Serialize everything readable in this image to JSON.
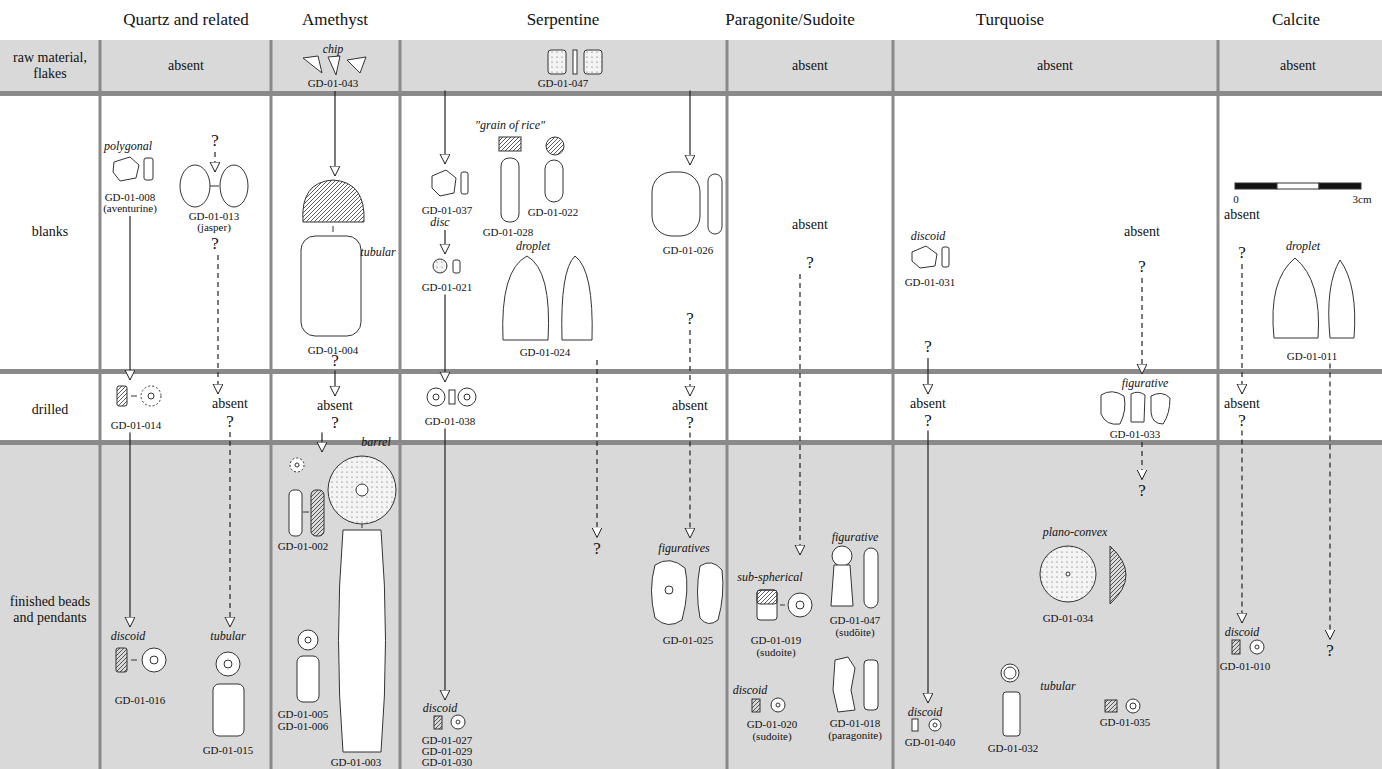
{
  "diagram": {
    "nodes": [
      {
        "text": [
          "polygonal",
          "GD-01-008",
          "(aventurine)"
        ]
      },
      {
        "text": [
          "?"
        ]
      },
      {
        "text": [
          "GD-01-013",
          "(jasper)"
        ]
      },
      {
        "text": [
          "?"
        ]
      },
      {
        "text": [
          "GD-01-014"
        ]
      },
      {
        "text": [
          "absent",
          "?"
        ]
      },
      {
        "text": [
          "discoid",
          "GD-01-016"
        ]
      },
      {
        "text": [
          "tubular",
          "GD-01-015"
        ]
      },
      {
        "text": [
          "chip",
          "GD-01-043"
        ]
      },
      {
        "text": [
          "tubular",
          "GD-01-004"
        ]
      },
      {
        "text": [
          "?"
        ]
      },
      {
        "text": [
          "absent",
          "?"
        ]
      },
      {
        "text": [
          "GD-01-002"
        ]
      },
      {
        "text": [
          "barrel",
          "GD-01-003"
        ]
      },
      {
        "text": [
          "GD-01-005",
          "GD-01-006"
        ]
      },
      {
        "text": [
          "GD-01-047"
        ]
      },
      {
        "text": [
          "GD-01-037",
          "disc"
        ]
      },
      {
        "text": [
          "GD-01-021"
        ]
      },
      {
        "text": [
          "GD-01-038"
        ]
      },
      {
        "text": [
          "discoid",
          "GD-01-027",
          "GD-01-029",
          "GD-01-030"
        ]
      },
      {
        "text": [
          "\"grain of rice\"",
          "GD-01-028",
          "GD-01-022"
        ]
      },
      {
        "text": [
          "droplet",
          "GD-01-024"
        ]
      },
      {
        "text": [
          "?"
        ]
      },
      {
        "text": [
          "GD-01-026"
        ]
      },
      {
        "text": [
          "?"
        ]
      },
      {
        "text": [
          "absent",
          "?"
        ]
      },
      {
        "text": [
          "figuratives",
          "GD-01-025"
        ]
      },
      {
        "text": [
          "?"
        ]
      },
      {
        "text": [
          "sub-spherical",
          "GD-01-019",
          "(sudoite)"
        ]
      },
      {
        "text": [
          "discoid",
          "GD-01-020",
          "(sudoite)"
        ]
      },
      {
        "text": [
          "figurative",
          "GD-01-047",
          "(sudõite)"
        ]
      },
      {
        "text": [
          "GD-01-018",
          "(paragonite)"
        ]
      },
      {
        "text": [
          "discoid",
          "GD-01-031"
        ]
      },
      {
        "text": [
          "?"
        ]
      },
      {
        "text": [
          "absent",
          "?"
        ]
      },
      {
        "text": [
          "discoid",
          "GD-01-040"
        ]
      },
      {
        "text": [
          "?"
        ]
      },
      {
        "text": [
          "figurative",
          "GD-01-033"
        ]
      },
      {
        "text": [
          "?"
        ]
      },
      {
        "text": [
          "plano-convex",
          "GD-01-034"
        ]
      },
      {
        "text": [
          "tubular",
          "GD-01-032"
        ]
      },
      {
        "text": [
          "GD-01-035"
        ]
      },
      {
        "text": [
          "?"
        ]
      },
      {
        "text": [
          "absent",
          "?"
        ]
      },
      {
        "text": [
          "discoid",
          "GD-01-010"
        ]
      },
      {
        "text": [
          "droplet",
          "GD-01-011"
        ]
      },
      {
        "text": [
          "?"
        ]
      }
    ],
    "edges": [
      {
        "from": 0,
        "to": 4,
        "arrow": "to"
      },
      {
        "from": 4,
        "to": 6,
        "arrow": "to"
      },
      {
        "from": 1,
        "to": 2,
        "arrow": "to"
      },
      {
        "from": 3,
        "to": 5,
        "arrow": "to"
      },
      {
        "from": 5,
        "to": 7,
        "arrow": "to"
      },
      {
        "from": 8,
        "to": 9,
        "arrow": "to"
      },
      {
        "from": 10,
        "to": 11,
        "arrow": "to"
      },
      {
        "from": 11,
        "to": 12,
        "arrow": "to"
      },
      {
        "from": 15,
        "to": 16,
        "arrow": "to"
      },
      {
        "from": 16,
        "to": 17,
        "arrow": "to"
      },
      {
        "from": 17,
        "to": 18,
        "arrow": "to"
      },
      {
        "from": 18,
        "to": 19,
        "arrow": "to"
      },
      {
        "from": 15,
        "to": 23,
        "arrow": "to"
      },
      {
        "from": 21,
        "to": 22,
        "arrow": "to"
      },
      {
        "from": 24,
        "to": 25,
        "arrow": "to"
      },
      {
        "from": 25,
        "to": 26,
        "arrow": "to"
      },
      {
        "from": 27,
        "to": 28,
        "arrow": "to"
      },
      {
        "from": 33,
        "to": 34,
        "arrow": "to"
      },
      {
        "from": 34,
        "to": 35,
        "arrow": "to"
      },
      {
        "from": 36,
        "to": 37,
        "arrow": "to"
      },
      {
        "from": 37,
        "to": 38,
        "arrow": "to"
      },
      {
        "from": 42,
        "to": 43,
        "arrow": "to"
      },
      {
        "from": 43,
        "to": 44,
        "arrow": "to"
      },
      {
        "from": 45,
        "to": 46,
        "arrow": "to"
      }
    ],
    "labels": [
      "Quartz and related",
      "Amethyst",
      "Serpentine",
      "Paragonite/Sudoite",
      "Turquoise",
      "Calcite",
      "raw material, flakes",
      "blanks",
      "drilled",
      "finished beads and pendants",
      "absent",
      "absent",
      "absent",
      "absent",
      "absent",
      "absent",
      "absent",
      "0",
      "3cm"
    ]
  }
}
